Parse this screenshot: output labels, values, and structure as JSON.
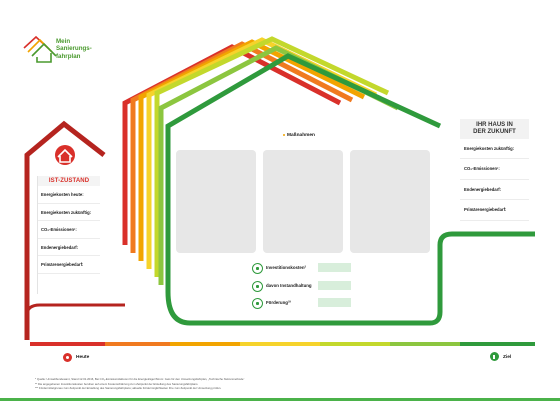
{
  "brand": {
    "logo_line1": "Mein",
    "logo_line2": "Sanierungs-",
    "logo_line3": "fahrplan"
  },
  "colors": {
    "red": "#d9302a",
    "orange": "#f07a1f",
    "amber": "#f2a400",
    "yellow": "#f6d32b",
    "lime": "#c3d82c",
    "lightgreen": "#8cc63f",
    "green": "#2f9a3c",
    "field_green": "#d8eedb",
    "box_grey": "#e7e7e7"
  },
  "ist_zustand": {
    "title": "IST-ZUSTAND",
    "icon": "house-icon",
    "rows": [
      "Energiekosten heute:",
      "Energiekosten zukünftig:",
      "CO₂-Emissionen¹:",
      "Endenergiebedarf:",
      "Primärenergiebedarf:"
    ]
  },
  "zukunft": {
    "title_line1": "IHR HAUS IN",
    "title_line2": "DER ZUKUNFT",
    "rows": [
      "Energiekosten zukünftig:",
      "CO₂-Emissionen¹:",
      "Endenergiebedarf:",
      "Primärenergiebedarf:"
    ]
  },
  "massnahmen": {
    "label": "Maßnahmen",
    "boxes": [
      "",
      "",
      ""
    ]
  },
  "finanzen": [
    {
      "label": "Investitionskosten²",
      "icon": "coins-icon"
    },
    {
      "label": "davon Instandhaltung",
      "icon": "wrench-icon"
    },
    {
      "label": "Förderung³³",
      "icon": "subsidy-icon"
    }
  ],
  "timeline": {
    "start_label": "Heute",
    "end_label": "Ziel",
    "start_icon": "location-pin-icon",
    "end_icon": "flag-icon"
  },
  "footnotes": [
    "*    Quelle: Umweltbundesamt, Stand 12.01.2016, Bei CO₂-Emissionsfaktoren für die Energieträger/Strom: Geis für den Umsetzungsfahrplan, „Technische Nutzenmethode“",
    "**   Die angegebenen Investitionskosten beruhen auf einem Kostenschätzung zum Zeitpunkt der Erstellung des Sanierungsfahrplans.",
    "***  Fördermittelgrunau zum Zeitpunkt der Erstellung des Sanierungsfahrplans; aktuelle Fördermöglichkeiten Ihre zum Zeitpunkt der Umsetzung prüfen."
  ]
}
